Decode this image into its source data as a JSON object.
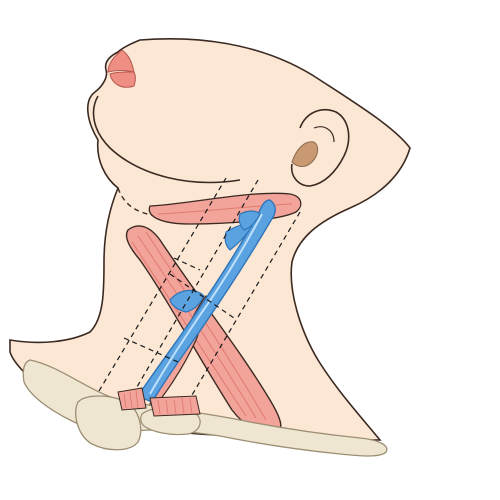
{
  "image": {
    "subject": "neck-anatomy-illustration",
    "view": "left-lateral",
    "labels": []
  },
  "structures": [
    {
      "id": "external-jugular-vein",
      "kind": "vein"
    },
    {
      "id": "sternocleidomastoid-muscle",
      "kind": "muscle"
    },
    {
      "id": "omohyoid-muscle",
      "kind": "muscle"
    },
    {
      "id": "clavicle",
      "kind": "bone"
    },
    {
      "id": "ear",
      "kind": "surface"
    },
    {
      "id": "mandible-outline",
      "kind": "outline"
    }
  ],
  "zones": {
    "count": 3,
    "style": "dashed"
  },
  "colors": {
    "background": "#ffffff",
    "skin": "#fbe7d4",
    "skin_shadow": "#f3d2b8",
    "outline": "#3b2a22",
    "muscle": "#f3a49a",
    "muscle_stripe": "#e07a70",
    "vein": "#5aa3e0",
    "vein_edge": "#2f74b8",
    "vein_highlight": "#bfe0fb",
    "bone": "#efe6d2",
    "bone_edge": "#9c8e73",
    "lips": "#ef8f84",
    "ear_inner": "#c99a72"
  }
}
